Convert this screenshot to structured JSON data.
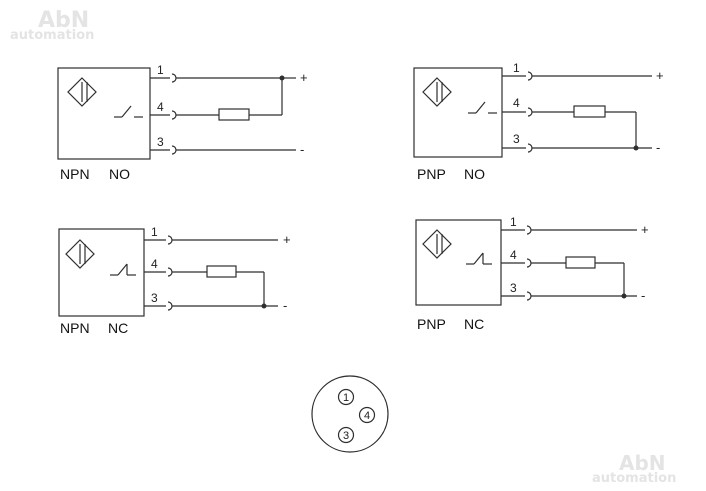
{
  "watermarks": [
    {
      "title": "AbN",
      "subtitle": "automation"
    },
    {
      "title": "AbN",
      "subtitle": "automation"
    }
  ],
  "circuits": [
    {
      "type_label": "NPN",
      "mode_label": "NO",
      "pins": [
        "1",
        "4",
        "3"
      ],
      "polarity": {
        "positive": "+",
        "negative": "-"
      }
    },
    {
      "type_label": "PNP",
      "mode_label": "NO",
      "pins": [
        "1",
        "4",
        "3"
      ],
      "polarity": {
        "positive": "+",
        "negative": "-"
      }
    },
    {
      "type_label": "NPN",
      "mode_label": "NC",
      "pins": [
        "1",
        "4",
        "3"
      ],
      "polarity": {
        "positive": "+",
        "negative": "-"
      }
    },
    {
      "type_label": "PNP",
      "mode_label": "NC",
      "pins": [
        "1",
        "4",
        "3"
      ],
      "polarity": {
        "positive": "+",
        "negative": "-"
      }
    }
  ],
  "connector": {
    "pins": [
      "1",
      "4",
      "3"
    ]
  },
  "colors": {
    "line": "#2f2f2f",
    "watermark": "#e4e4e4"
  }
}
